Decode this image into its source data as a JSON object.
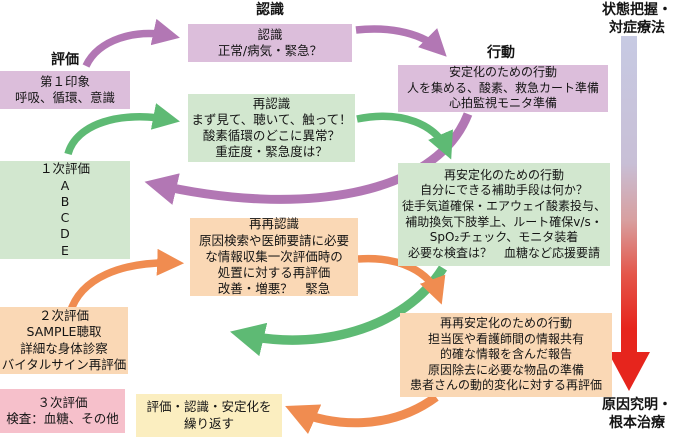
{
  "labels": {
    "evaluation": "評価",
    "recognition": "認識",
    "action": "行動",
    "axis_top_line1": "状態把握・",
    "axis_top_line2": "対症療法",
    "axis_bottom_line1": "原因究明・",
    "axis_bottom_line2": "根本治療"
  },
  "boxes": {
    "first_impression": {
      "lines": [
        "第１印象",
        "呼吸、循環、意識"
      ]
    },
    "recognition": {
      "lines": [
        "認識",
        "正常/病気・緊急？"
      ]
    },
    "stabilization": {
      "lines": [
        "安定化のための行動",
        "人を集める、酸素、救急カート準備",
        "心拍監視モニタ準備"
      ]
    },
    "re_recognition": {
      "lines": [
        "再認識",
        "まず見て、聴いて、触って！",
        "酸素循環のどこに異常？",
        "重症度・緊急度は？"
      ]
    },
    "primary_eval": {
      "lines": [
        "１次評価",
        "A",
        "B",
        "C",
        "D",
        "E"
      ]
    },
    "re_stabilization": {
      "lines": [
        "再安定化のための行動",
        "自分にできる補助手段は何か？",
        "徒手気道確保・エアウェイ酸素投与、",
        "補助換気下肢挙上、ルート確保v/s・",
        "SpO₂チェック、モニタ装着",
        "必要な検査は？　血糖など応援要請"
      ]
    },
    "rere_recognition": {
      "lines": [
        "再再認識",
        "原因検索や医師要請に必要",
        "な情報収集一次評価時の",
        "処置に対する再評価",
        "改善・増悪？　緊急"
      ]
    },
    "secondary_eval": {
      "lines": [
        "２次評価",
        "SAMPLE聴取",
        "詳細な身体診察",
        "バイタルサイン再評価"
      ]
    },
    "rere_stabilization": {
      "lines": [
        "再再安定化のための行動",
        "担当医や看護師間の情報共有",
        "的確な情報を含んだ報告",
        "原因除去に必要な物品の準備",
        "患者さんの動的変化に対する再評価"
      ]
    },
    "tertiary_eval": {
      "lines": [
        "３次評価",
        "検査：血糖、その他"
      ]
    },
    "repeat": {
      "lines": [
        "評価・認識・安定化を",
        "繰り返す"
      ]
    }
  },
  "colors": {
    "box_purple": "#dcbedb",
    "box_green": "#d2e7cf",
    "box_orange": "#fad8b5",
    "box_pink": "#f6c0cb",
    "box_yellow": "#fbeec0",
    "arrow_purple": "#b277b4",
    "arrow_green": "#5eba74",
    "arrow_orange": "#f08c50",
    "gradient_top": "#c7cae3",
    "gradient_bottom": "#e6251d",
    "text": "#141414"
  }
}
